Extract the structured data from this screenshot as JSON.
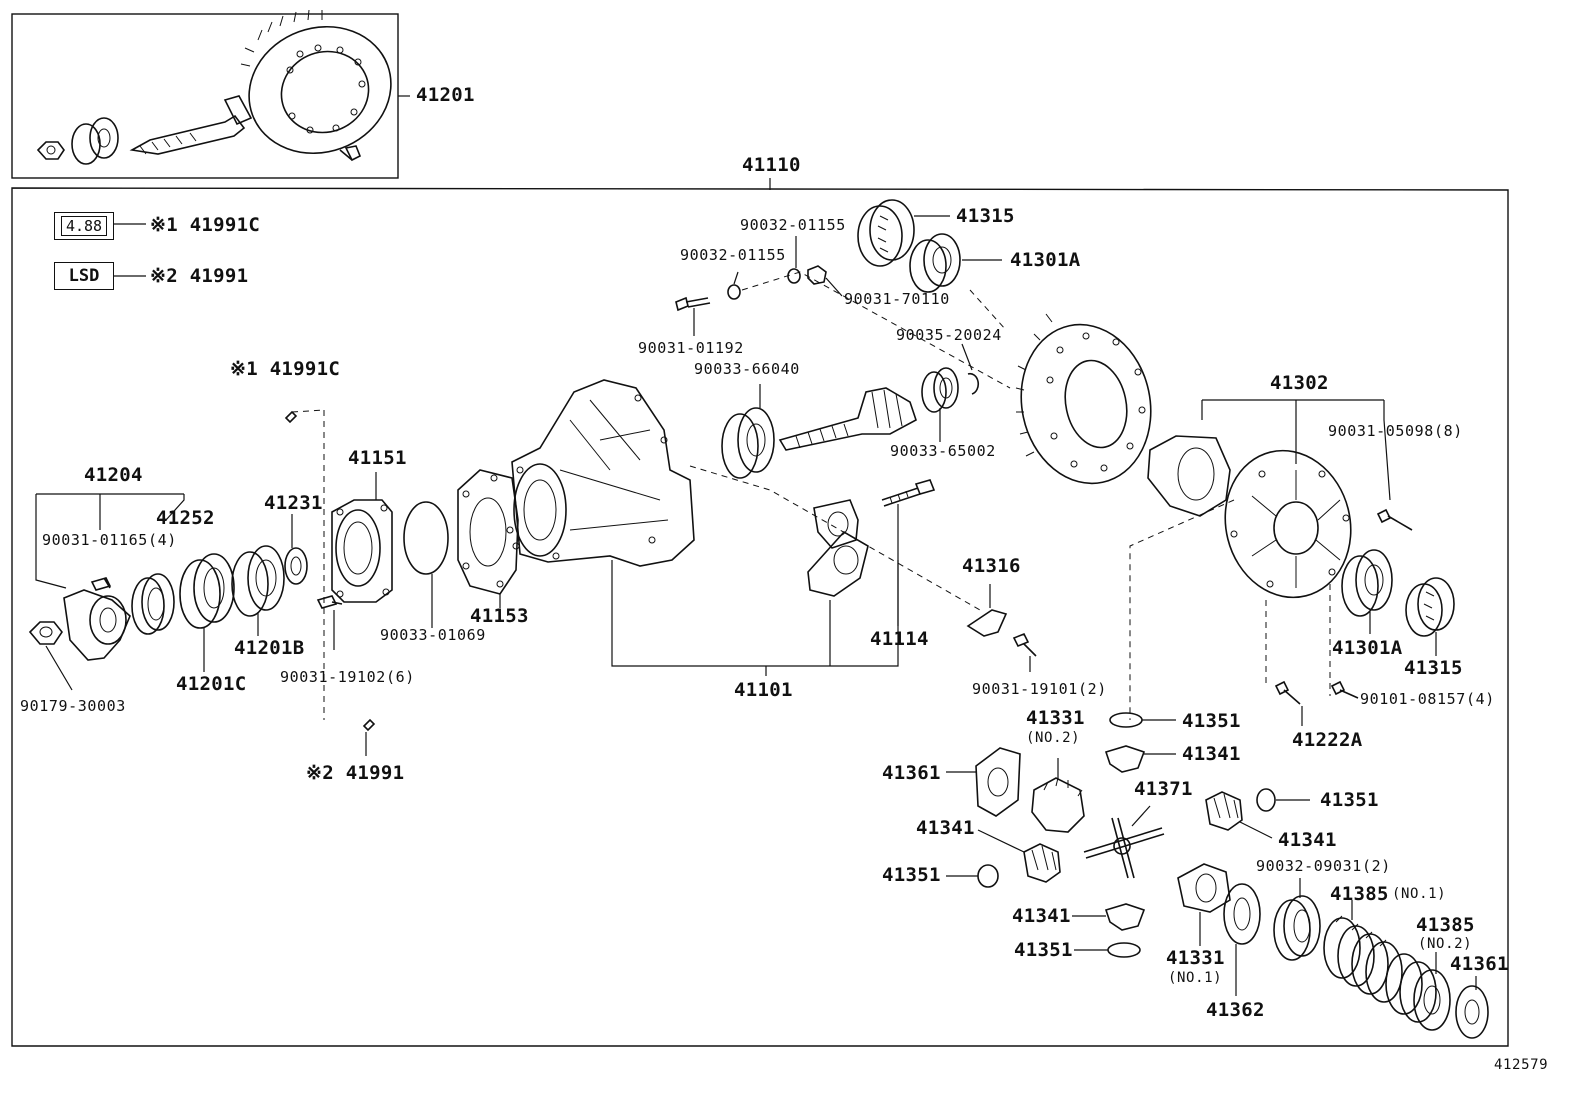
{
  "kit": {
    "ring_pinion_label": "41201",
    "assembly_label": "41110"
  },
  "legend": {
    "ratio_box": "4.88",
    "ratio_label": "※1 41991C",
    "lsd_box": "LSD",
    "lsd_label": "※2 41991"
  },
  "labels": {
    "l_41315_top": "41315",
    "l_90032_01155_a": "90032-01155",
    "l_90032_01155_b": "90032-01155",
    "l_41301A_top": "41301A",
    "l_90031_70110": "90031-70110",
    "l_90031_01192": "90031-01192",
    "l_90035_20024": "90035-20024",
    "l_90033_66040": "90033-66040",
    "l_41991C_mid": "※1 41991C",
    "l_90033_65002": "90033-65002",
    "l_41302": "41302",
    "l_90031_05098": "90031-05098(8)",
    "l_41204": "41204",
    "l_41151": "41151",
    "l_41252": "41252",
    "l_41231": "41231",
    "l_90031_01165": "90031-01165(4)",
    "l_41316": "41316",
    "l_41153": "41153",
    "l_90033_01069": "90033-01069",
    "l_41201B": "41201B",
    "l_41114": "41114",
    "l_41301A_bot": "41301A",
    "l_41315_bot": "41315",
    "l_41201C": "41201C",
    "l_90031_19102": "90031-19102(6)",
    "l_90031_19101": "90031-19101(2)",
    "l_90101_08157": "90101-08157(4)",
    "l_41101": "41101",
    "l_90179_30003": "90179-30003",
    "l_41331_no2": "41331",
    "l_41331_no2_sub": "(NO.2)",
    "l_41351_a": "41351",
    "l_41222A": "41222A",
    "l_41341_a": "41341",
    "l_41991_bot": "※2 41991",
    "l_41361_a": "41361",
    "l_41371": "41371",
    "l_41351_b": "41351",
    "l_41341_b": "41341",
    "l_41341_c": "41341",
    "l_90032_09031": "90032-09031(2)",
    "l_41351_c": "41351",
    "l_41385_no1": "41385",
    "l_41385_no1_sub": "(NO.1)",
    "l_41385_no2": "41385",
    "l_41385_no2_sub": "(NO.2)",
    "l_41341_d": "41341",
    "l_41361_b": "41361",
    "l_41351_d": "41351",
    "l_41331_no1": "41331",
    "l_41331_no1_sub": "(NO.1)",
    "l_41362": "41362"
  },
  "figure_id": "412579"
}
